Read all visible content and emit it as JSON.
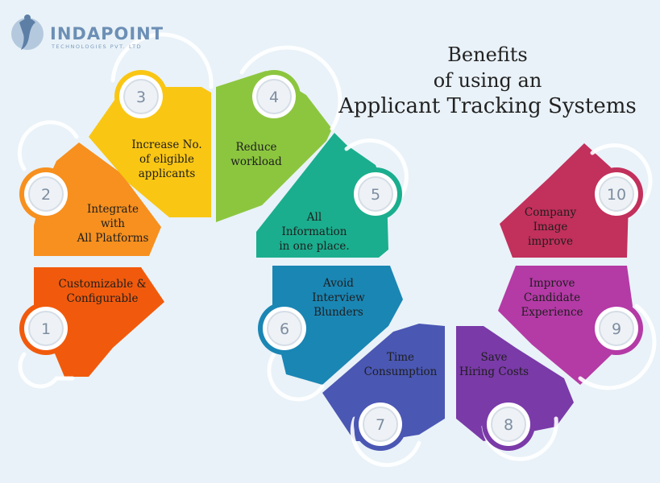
{
  "logo": {
    "name": "INDAPOINT",
    "tagline": "TECHNOLOGIES PVT. LTD"
  },
  "title": {
    "line1": "Benefits",
    "line2": "of using an",
    "line3": "Applicant Tracking Systems"
  },
  "benefits": [
    {
      "number": "1",
      "label_lines": [
        "Customizable &",
        "Configurable"
      ],
      "color": "#f15a0c"
    },
    {
      "number": "2",
      "label_lines": [
        "Integrate",
        "with",
        "All Platforms"
      ],
      "color": "#f7901e"
    },
    {
      "number": "3",
      "label_lines": [
        "Increase No.",
        "of eligible",
        "applicants"
      ],
      "color": "#f9c614"
    },
    {
      "number": "4",
      "label_lines": [
        "Reduce",
        "workload"
      ],
      "color": "#8cc63f"
    },
    {
      "number": "5",
      "label_lines": [
        "All",
        "Information",
        "in one place."
      ],
      "color": "#1aae8e"
    },
    {
      "number": "6",
      "label_lines": [
        "Avoid",
        "Interview",
        "Blunders"
      ],
      "color": "#1a86b4"
    },
    {
      "number": "7",
      "label_lines": [
        "Time",
        "Consumption"
      ],
      "color": "#4a57b3"
    },
    {
      "number": "8",
      "label_lines": [
        "Save",
        "Hiring Costs"
      ],
      "color": "#7a3aa8"
    },
    {
      "number": "9",
      "label_lines": [
        "Improve",
        "Candidate",
        "Experience"
      ],
      "color": "#b43aa6"
    },
    {
      "number": "10",
      "label_lines": [
        "Company",
        "Image",
        "improve"
      ],
      "color": "#c2305c"
    }
  ]
}
